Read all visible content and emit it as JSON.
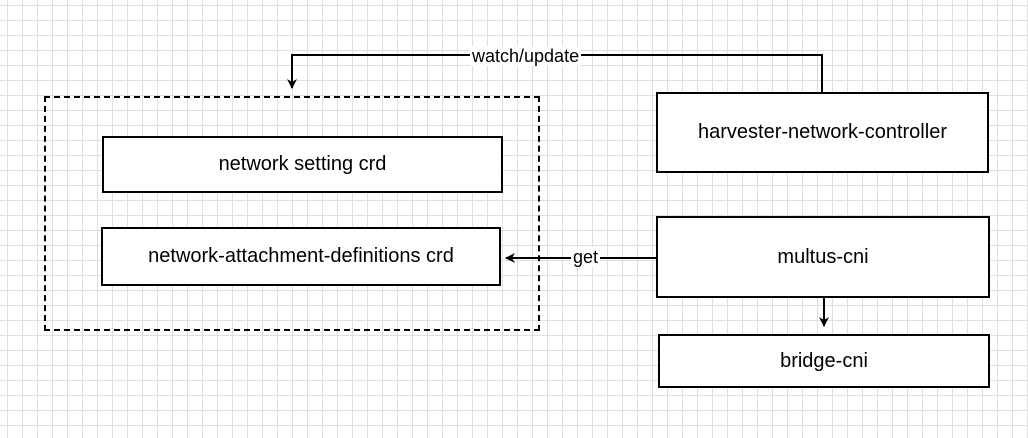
{
  "diagram": {
    "nodes": {
      "network_setting_crd": "network setting crd",
      "nad_crd": "network-attachment-definitions crd",
      "harvester_network_controller": "harvester-network-controller",
      "multus_cni": "multus-cni",
      "bridge_cni": "bridge-cni"
    },
    "edges": {
      "watch_update": "watch/update",
      "get": "get"
    }
  }
}
